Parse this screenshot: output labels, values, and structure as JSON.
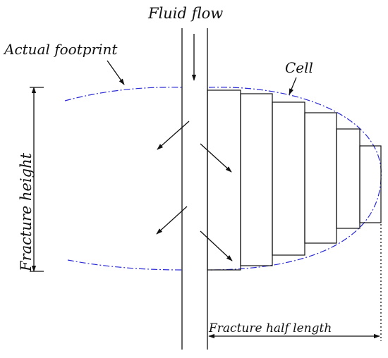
{
  "labels": {
    "fluid_flow": "Fluid flow",
    "actual_footprint": "Actual footprint",
    "cell": "Cell",
    "fracture_height": "Fracture height",
    "fracture_half_length": "Fracture half length"
  },
  "colors": {
    "line": "#111111",
    "footprint": "#2b2bd6"
  }
}
